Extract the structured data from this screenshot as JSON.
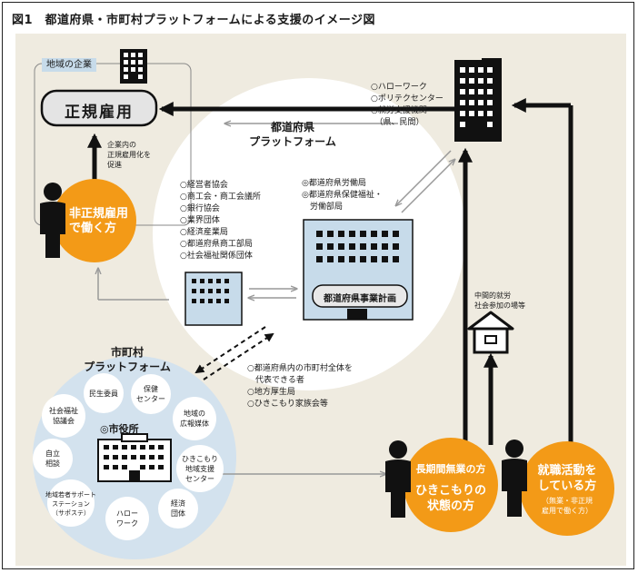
{
  "figure_title": "図1　都道府県・市町村プラットフォームによる支援のイメージ図",
  "company": {
    "label": "地域の企業",
    "regular_employment": "正規雇用",
    "promotion_note": [
      "企業内の",
      "正規雇用化を",
      "促進"
    ]
  },
  "nonregular_worker": [
    "非正規雇用",
    "で働く方"
  ],
  "prefecture": {
    "title": [
      "都道府県",
      "プラットフォーム"
    ],
    "orgs_left": [
      "○経営者協会",
      "○商工会・商工会議所",
      "○銀行協会",
      "○業界団体",
      "○経済産業局",
      "○都道府県商工部局",
      "○社会福祉関係団体"
    ],
    "orgs_right": [
      "◎都道府県労働局",
      "◎都道府県保健福祉・",
      "　労働部局"
    ],
    "plan_label": "都道府県事業計画"
  },
  "job_agencies": [
    "○ハローワーク",
    "○ポリテクセンター",
    "○就労支援機関",
    "　（県、民間）"
  ],
  "municipality": {
    "title": [
      "市町村",
      "プラットフォーム"
    ],
    "city_hall": "◎市役所",
    "members": {
      "minsei": [
        "民生委員"
      ],
      "hoken": [
        "保健",
        "センター"
      ],
      "shakai": [
        "社会福祉",
        "協議会"
      ],
      "koho": [
        "地域の",
        "広報媒体"
      ],
      "jiritsu": [
        "自立",
        "相談"
      ],
      "hikikomori_center": [
        "ひきこもり",
        "地域支援",
        "センター"
      ],
      "saposute": [
        "地域若者サポート",
        "ステーション",
        "（サポステ）"
      ],
      "hellowork": [
        "ハロー",
        "ワーク"
      ],
      "keizai": [
        "経済",
        "団体"
      ]
    }
  },
  "municipal_reps": [
    "○都道府県内の市町村全体を",
    "　代表できる者",
    "○地方厚生局",
    "○ひきこもり家族会等"
  ],
  "intermediate": [
    "中間的就労",
    "社会参加の場等"
  ],
  "longterm": {
    "line1": "長期間無業の方",
    "line2": "ひきこもりの",
    "line3": "状態の方"
  },
  "jobseeker": {
    "line1": "就職活動を",
    "line2": "している方",
    "note": [
      "（無業・非正規",
      "雇用で働く方）"
    ]
  },
  "colors": {
    "orange": "#f39a17",
    "lightblue": "#c7dbea",
    "circleblue": "#d3e2ee",
    "panel": "#efebe0",
    "dark": "#111111",
    "gray": "#9a9a9a"
  }
}
